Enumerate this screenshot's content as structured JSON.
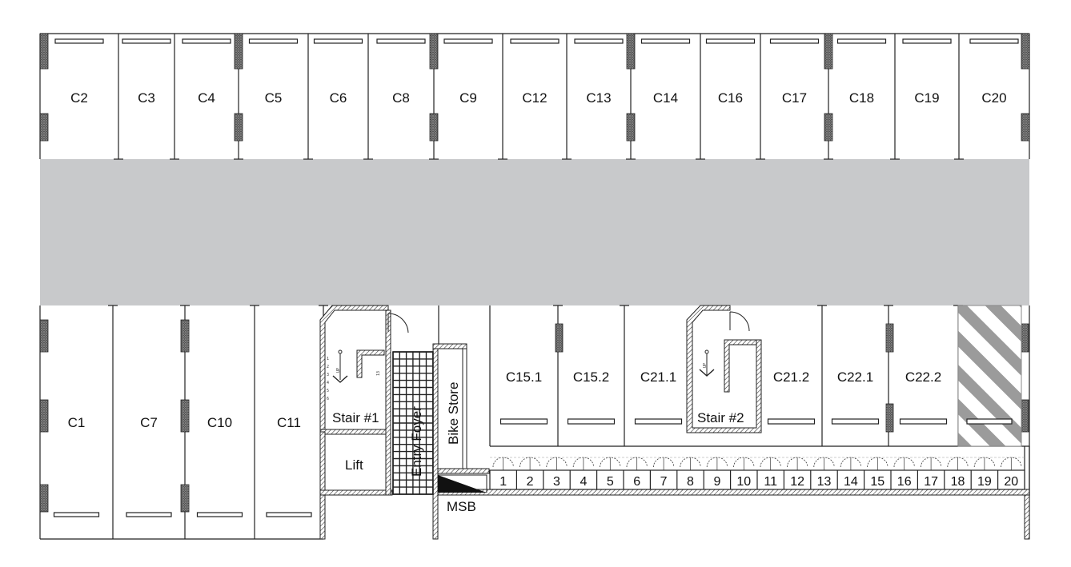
{
  "plan": {
    "top_bays": [
      "C2",
      "C3",
      "C4",
      "C5",
      "C6",
      "C8",
      "C9",
      "C12",
      "C13",
      "C14",
      "C16",
      "C17",
      "C18",
      "C19",
      "C20"
    ],
    "bottom_left_bays": [
      "C1",
      "C7",
      "C10",
      "C11"
    ],
    "bottom_right_bays": [
      "C15.1",
      "C15.2",
      "C21.1",
      "C21.2",
      "C22.1",
      "C22.2"
    ],
    "rooms": {
      "stair1": "Stair #1",
      "stair2": "Stair #2",
      "lift": "Lift",
      "entry": "Entry Foyer",
      "bike": "Bike Store",
      "msb": "MSB",
      "up1": "UP",
      "up2": "UP"
    },
    "bike_racks": [
      "1",
      "2",
      "3",
      "4",
      "5",
      "6",
      "7",
      "8",
      "9",
      "10",
      "11",
      "12",
      "13",
      "14",
      "15",
      "16",
      "17",
      "18",
      "19",
      "20"
    ],
    "colors": {
      "driveway": "#c8c9cb",
      "wall": "#222222",
      "hatch": "#9b9b9b"
    }
  }
}
